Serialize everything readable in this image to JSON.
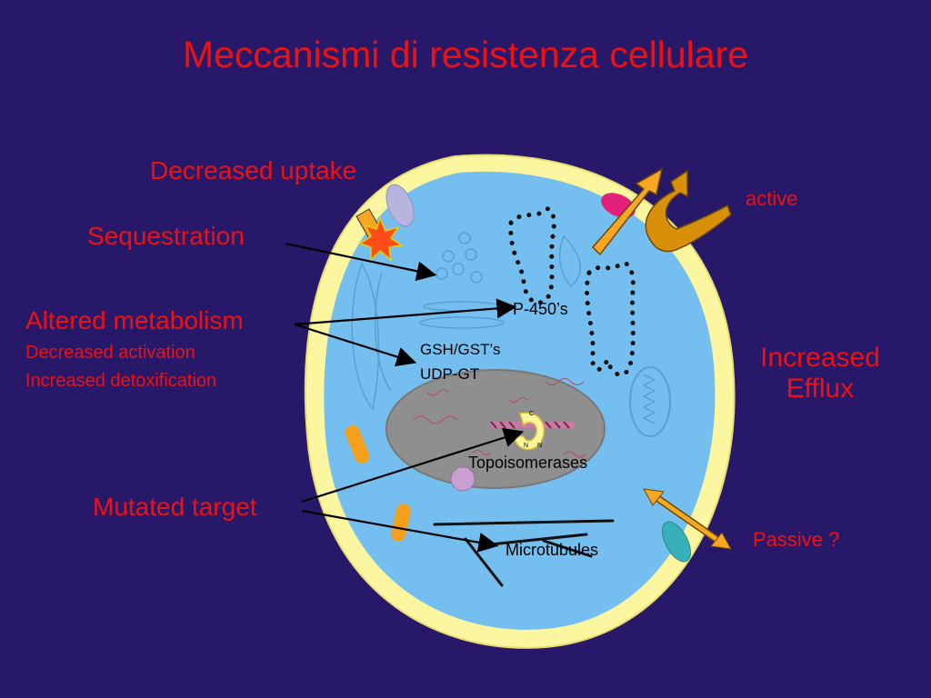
{
  "slide": {
    "title": "Meccanismi di resistenza cellulare"
  },
  "labels": {
    "decreased_uptake": "Decreased uptake",
    "sequestration": "Sequestration",
    "altered_metabolism": "Altered metabolism",
    "decreased_activation": "Decreased activation",
    "increased_detoxification": "Increased detoxification",
    "mutated_target": "Mutated target",
    "active": "active",
    "increased_efflux": "Increased Efflux",
    "passive": "Passive ?"
  },
  "cell_labels": {
    "p450": "P-450’s",
    "gsh_gst": "GSH/GST’s",
    "udp_gt": "UDP-GT",
    "topoisomerases": "Topoisomerases",
    "microtubules": "Microtubules",
    "topo_letter_c": "C",
    "topo_letter_n1": "N",
    "topo_letter_n2": "N"
  },
  "colors": {
    "background": "#28186a",
    "label_red": "#ee1111",
    "membrane": "#fdf6a0",
    "cytoplasm": "#74bfef",
    "nucleus": "#8f8f8f",
    "active_arrow": "#f6a623",
    "passive_arrow": "#f6a623"
  }
}
